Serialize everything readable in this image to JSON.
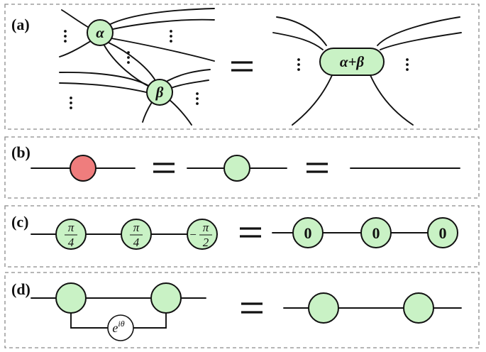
{
  "panels": {
    "a": {
      "label": "(a)",
      "lhs_spider_1": "α",
      "lhs_spider_2": "β",
      "rhs_spider": "α+β"
    },
    "b": {
      "label": "(b)"
    },
    "c": {
      "label": "(c)",
      "phases": [
        {
          "sign": "",
          "num": "π",
          "den": "4"
        },
        {
          "sign": "",
          "num": "π",
          "den": "4"
        },
        {
          "sign": "−",
          "num": "π",
          "den": "2"
        }
      ],
      "rhs_phases": [
        "0",
        "0",
        "0"
      ]
    },
    "d": {
      "label": "(d)",
      "scalar_base": "e",
      "scalar_exp": "iθ"
    }
  },
  "colors": {
    "green_spider": "#c9f2c5",
    "red_spider": "#ef7d7d",
    "scalar_node": "#ffffff"
  }
}
